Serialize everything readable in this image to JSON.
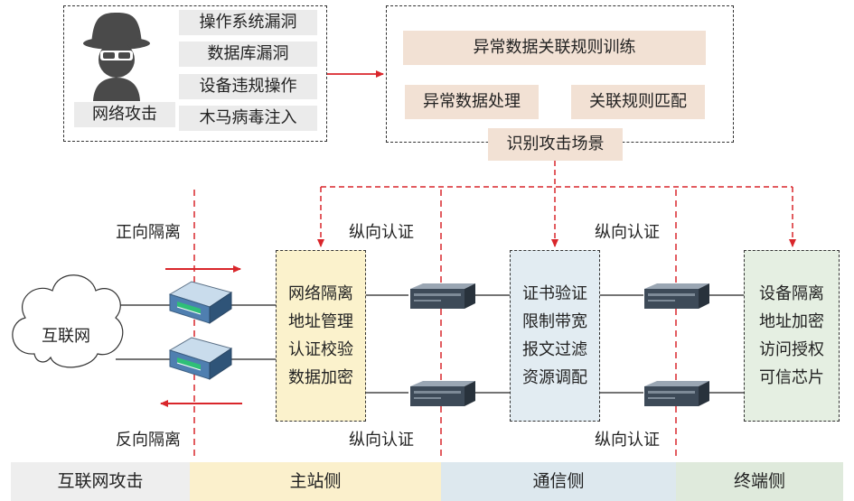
{
  "attack": {
    "label": "网络攻击",
    "items": [
      "操作系统漏洞",
      "数据库漏洞",
      "设备违规操作",
      "木马病毒注入"
    ]
  },
  "detect": {
    "train": "异常数据关联规则训练",
    "process": "异常数据处理",
    "match": "关联规则匹配",
    "identify": "识别攻击场景"
  },
  "internet": {
    "label": "互联网"
  },
  "isolation": {
    "forward": "正向隔离",
    "reverse": "反向隔离"
  },
  "auth": {
    "top_left": "纵向认证",
    "top_right": "纵向认证",
    "bottom_left": "纵向认证",
    "bottom_right": "纵向认证"
  },
  "master": {
    "items": [
      "网络隔离",
      "地址管理",
      "认证校验",
      "数据加密"
    ]
  },
  "comm": {
    "items": [
      "证书验证",
      "限制带宽",
      "报文过滤",
      "资源调配"
    ]
  },
  "terminal": {
    "items": [
      "设备隔离",
      "地址加密",
      "访问授权",
      "可信芯片"
    ]
  },
  "bands": {
    "internet": "互联网攻击",
    "master": "主站侧",
    "comm": "通信侧",
    "terminal": "终端侧"
  },
  "colors": {
    "red": "#d9262b",
    "master_fill": "#fbf2cc",
    "comm_fill": "#e2ecf2",
    "terminal_fill": "#e5efe2"
  }
}
